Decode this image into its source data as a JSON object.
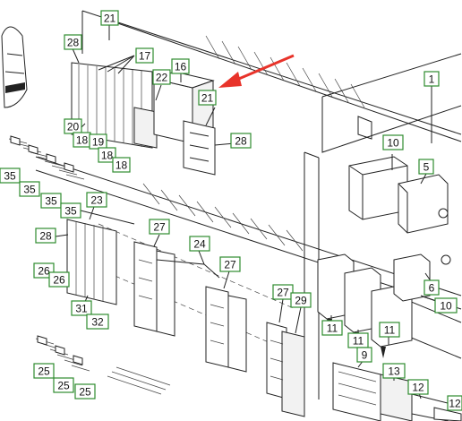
{
  "diagram": {
    "callouts": [
      {
        "id": "c21-top",
        "label": "21"
      },
      {
        "id": "c28-topleft",
        "label": "28"
      },
      {
        "id": "c17",
        "label": "17"
      },
      {
        "id": "c16",
        "label": "16"
      },
      {
        "id": "c22",
        "label": "22"
      },
      {
        "id": "c21-mid",
        "label": "21"
      },
      {
        "id": "c1",
        "label": "1"
      },
      {
        "id": "c20",
        "label": "20"
      },
      {
        "id": "c18-a",
        "label": "18"
      },
      {
        "id": "c19",
        "label": "19"
      },
      {
        "id": "c18-b",
        "label": "18"
      },
      {
        "id": "c18-c",
        "label": "18"
      },
      {
        "id": "c28-mid",
        "label": "28"
      },
      {
        "id": "c10-top",
        "label": "10"
      },
      {
        "id": "c5",
        "label": "5"
      },
      {
        "id": "c35-a",
        "label": "35"
      },
      {
        "id": "c35-b",
        "label": "35"
      },
      {
        "id": "c35-c",
        "label": "35"
      },
      {
        "id": "c35-d",
        "label": "35"
      },
      {
        "id": "c23",
        "label": "23"
      },
      {
        "id": "c27-a",
        "label": "27"
      },
      {
        "id": "c28-left",
        "label": "28"
      },
      {
        "id": "c24",
        "label": "24"
      },
      {
        "id": "c27-b",
        "label": "27"
      },
      {
        "id": "c26-a",
        "label": "26"
      },
      {
        "id": "c26-b",
        "label": "26"
      },
      {
        "id": "c6",
        "label": "6"
      },
      {
        "id": "c27-c",
        "label": "27"
      },
      {
        "id": "c29",
        "label": "29"
      },
      {
        "id": "c10-right",
        "label": "10"
      },
      {
        "id": "c31",
        "label": "31"
      },
      {
        "id": "c32",
        "label": "32"
      },
      {
        "id": "c11-a",
        "label": "11"
      },
      {
        "id": "c11-b",
        "label": "11"
      },
      {
        "id": "c11-c",
        "label": "11"
      },
      {
        "id": "c9",
        "label": "9"
      },
      {
        "id": "c25-a",
        "label": "25"
      },
      {
        "id": "c13",
        "label": "13"
      },
      {
        "id": "c25-b",
        "label": "25"
      },
      {
        "id": "c25-c",
        "label": "25"
      },
      {
        "id": "c12",
        "label": "12"
      },
      {
        "id": "c12-edge",
        "label": "12"
      }
    ],
    "colors": {
      "callout_border": "#2e8b2e",
      "pointer_arrow": "#e8332a",
      "linework": "#222222"
    }
  }
}
